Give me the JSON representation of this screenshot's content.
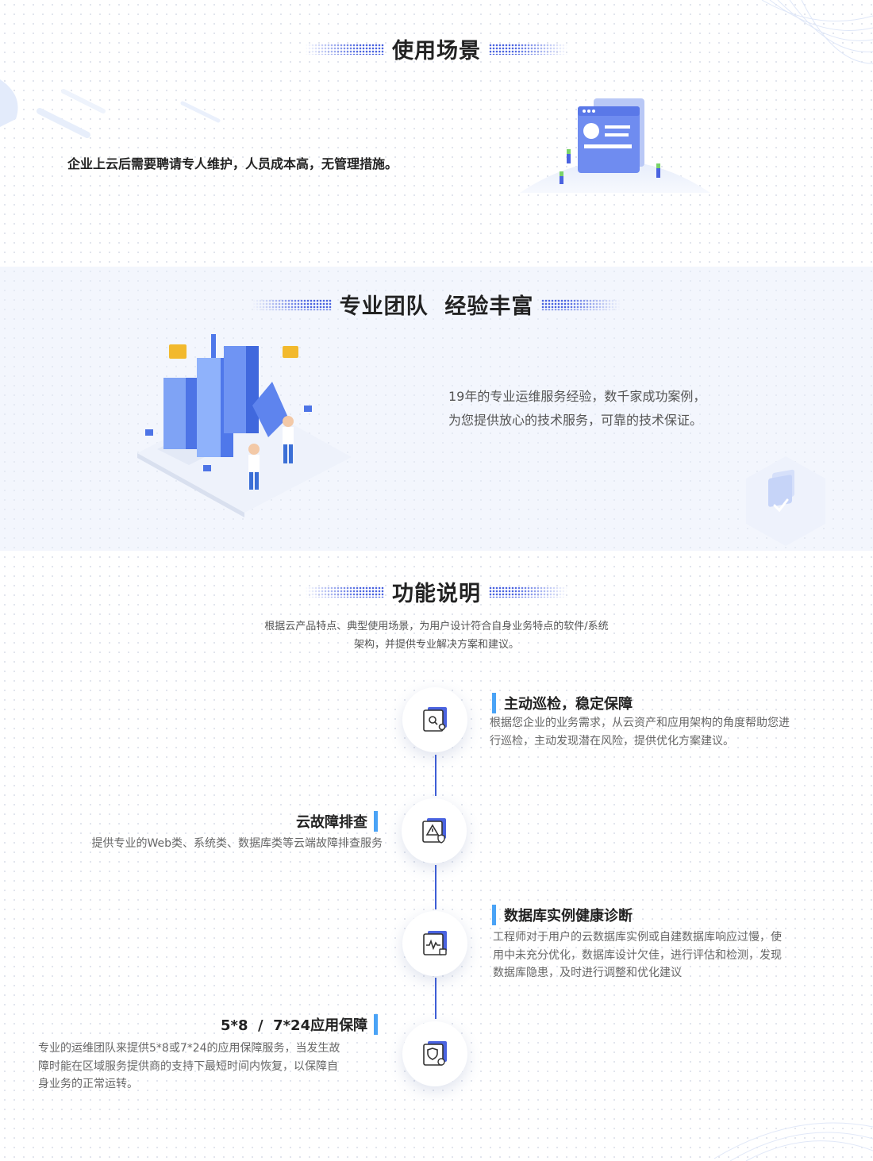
{
  "scene": {
    "title": "使用场景",
    "text": "企业上云后需要聘请专人维护，人员成本高，无管理措施。"
  },
  "team": {
    "title": "专业团队  经验丰富",
    "line1": "19年的专业运维服务经验，数千家成功案例，",
    "line2": "为您提供放心的技术服务，可靠的技术保证。"
  },
  "features": {
    "title": "功能说明",
    "desc_line1": "根据云产品特点、典型使用场景，为用户设计符合自身业务特点的软件/系统",
    "desc_line2": "架构，并提供专业解决方案和建议。",
    "items": [
      {
        "title": "主动巡检，稳定保障",
        "lines": [
          "根据您企业的业务需求，从云资产和应用架构的角度帮助您进",
          "行巡检，主动发现潜在风险，提供优化方案建议。"
        ],
        "icon": "inspection-icon"
      },
      {
        "title": "云故障排查",
        "lines": [
          "提供专业的Web类、系统类、数据库类等云端故障排查服务"
        ],
        "icon": "warning-shield-icon"
      },
      {
        "title": "数据库实例健康诊断",
        "lines": [
          "工程师对于用户的云数据库实例或自建数据库响应过慢，使",
          "用中未充分优化，数据库设计欠佳，进行评估和检测，发现",
          "数据库隐患，及时进行调整和优化建议"
        ],
        "icon": "health-check-icon"
      },
      {
        "title": "5*8  /  7*24应用保障",
        "lines": [
          "专业的运维团队来提供5*8或7*24的应用保障服务，当发生故",
          "障时能在区域服务提供商的支持下最短时间内恢复，以保障自",
          "身业务的正常运转。"
        ],
        "icon": "protection-icon"
      }
    ]
  },
  "colors": {
    "accent": "#4a63e0",
    "bar": "#4aa3f6",
    "band": "#f3f6fd"
  }
}
